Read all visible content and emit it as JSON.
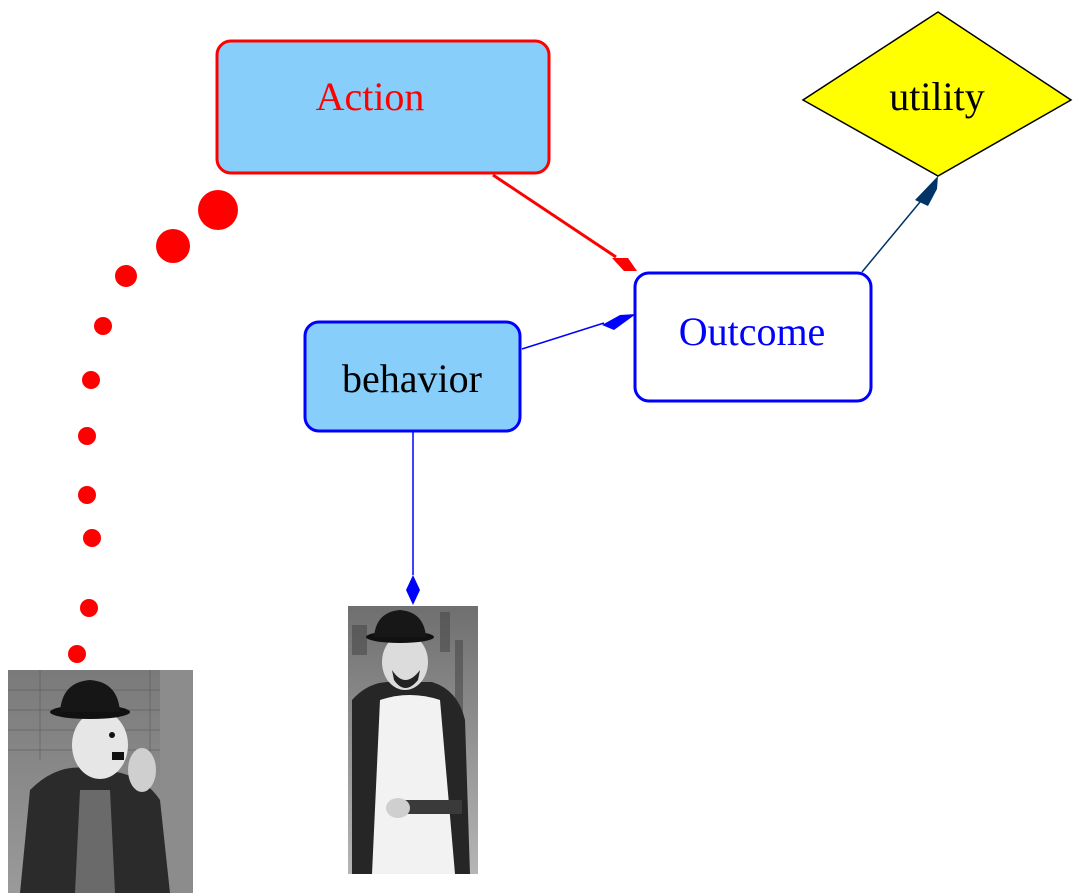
{
  "nodes": {
    "action": {
      "label": "Action",
      "fill": "#87cefa",
      "stroke": "#ff0000",
      "text_color": "#ff0000"
    },
    "utility": {
      "label": "utility",
      "fill": "#ffff00",
      "stroke": "#000000",
      "text_color": "#000000"
    },
    "outcome": {
      "label": "Outcome",
      "fill": "#ffffff",
      "stroke": "#0000ff",
      "text_color": "#0000ff"
    },
    "behavior": {
      "label": "behavior",
      "fill": "#87cefa",
      "stroke": "#0000ff",
      "text_color": "#000000"
    }
  },
  "edges": [
    {
      "from": "Action",
      "to": "Outcome",
      "color": "#ff0000",
      "style": "solid"
    },
    {
      "from": "behavior",
      "to": "Outcome",
      "color": "#0000ff",
      "style": "solid"
    },
    {
      "from": "Outcome",
      "to": "utility",
      "color": "#003366",
      "style": "solid"
    },
    {
      "from": "behavior",
      "to": "person-photo-right",
      "color": "#0000ff",
      "style": "solid"
    },
    {
      "from": "Action",
      "to": "person-photo-left",
      "color": "#ff0000",
      "style": "dotted"
    }
  ],
  "images": {
    "left": {
      "icon": "person-in-bowler-hat-photo"
    },
    "right": {
      "icon": "man-in-apron-photo"
    }
  }
}
